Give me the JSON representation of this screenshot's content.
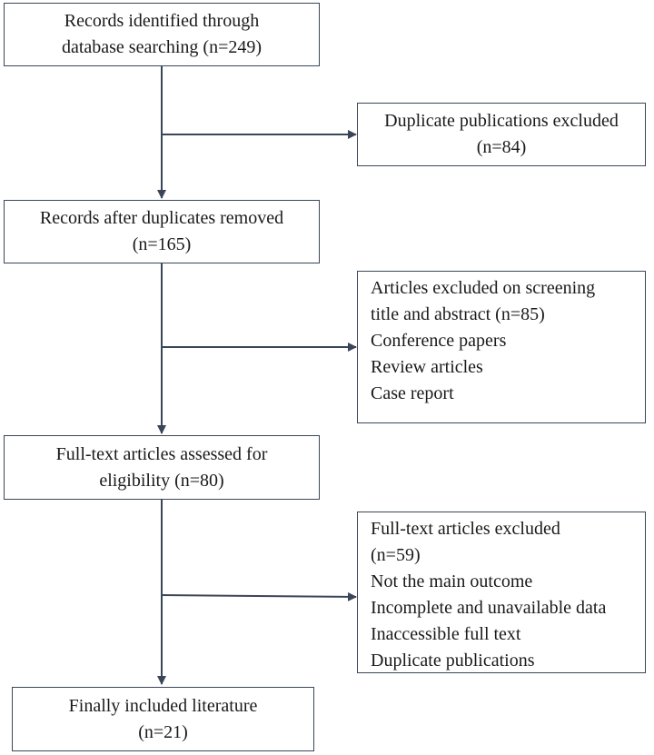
{
  "flow": {
    "identified": {
      "line1": "Records identified through",
      "line2": "database searching (n=249)"
    },
    "duplicates_excluded": {
      "line1": "Duplicate publications excluded",
      "line2": "(n=84)"
    },
    "after_duplicates": {
      "line1": "Records after duplicates removed",
      "line2": "(n=165)"
    },
    "screen_excluded": {
      "line1": "Articles excluded on screening",
      "line2": "title and abstract (n=85)",
      "reasons": [
        "Conference papers",
        "Review articles",
        "Case report"
      ]
    },
    "fulltext_assessed": {
      "line1": "Full-text articles assessed for",
      "line2": "eligibility (n=80)"
    },
    "fulltext_excluded": {
      "line1": "Full-text articles excluded",
      "line2": "(n=59)",
      "reasons": [
        "Not the main outcome",
        "Incomplete and unavailable data",
        "Inaccessible full text",
        "Duplicate publications"
      ]
    },
    "included": {
      "line1": "Finally included literature",
      "line2": "(n=21)"
    }
  },
  "colors": {
    "border": "#3a4658",
    "arrow": "#3a4658",
    "text": "#1a1a1a"
  }
}
